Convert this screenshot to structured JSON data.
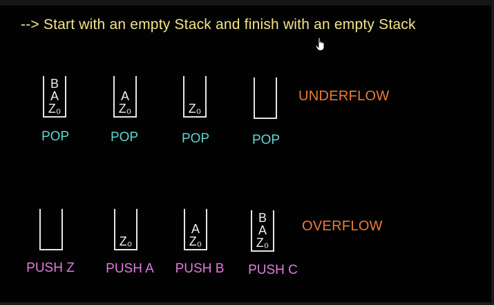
{
  "headline": "--> Start with an empty Stack and finish with an empty Stack",
  "colors": {
    "headline": "#f3e58a",
    "pop_label": "#5ed8d2",
    "push_label": "#e07ce0",
    "status": "#ee7b37",
    "stack_outline": "#e6e6e6"
  },
  "pop_row": {
    "stacks": [
      {
        "items": [
          "B",
          "A",
          "Z₀"
        ],
        "operation": "POP"
      },
      {
        "items": [
          "A",
          "Z₀"
        ],
        "operation": "POP"
      },
      {
        "items": [
          "Z₀"
        ],
        "operation": "POP"
      },
      {
        "items": [],
        "operation": "POP"
      }
    ],
    "status": "UNDERFLOW"
  },
  "push_row": {
    "stacks": [
      {
        "items": [],
        "operation": "PUSH Z"
      },
      {
        "items": [
          "Z₀"
        ],
        "operation": "PUSH A"
      },
      {
        "items": [
          "A",
          "Z₀"
        ],
        "operation": "PUSH B"
      },
      {
        "items": [
          "B",
          "A",
          "Z₀"
        ],
        "operation": "PUSH C"
      }
    ],
    "status": "OVERFLOW"
  },
  "cursor": "hand-pointer-icon"
}
